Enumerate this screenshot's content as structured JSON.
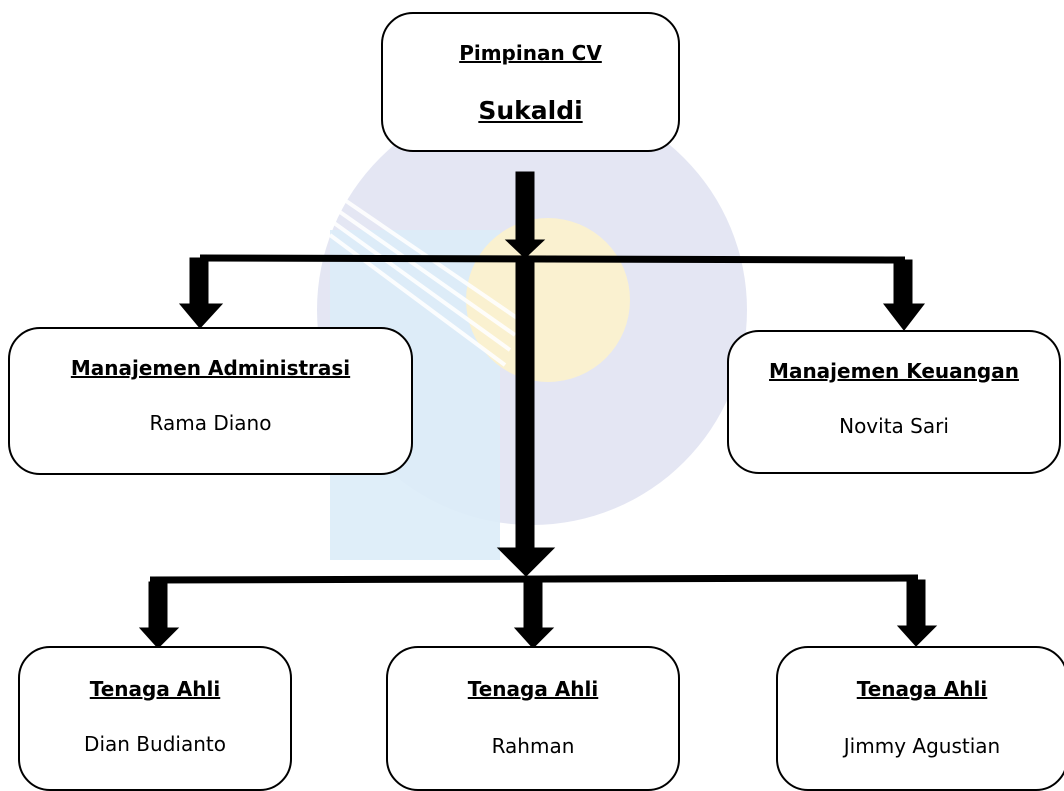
{
  "diagram": {
    "type": "organization-chart",
    "leader": {
      "title": "Pimpinan CV",
      "name": "Sukaldi"
    },
    "managers": [
      {
        "title": "Manajemen Administrasi",
        "name": "Rama Diano"
      },
      {
        "title": "Manajemen Keuangan",
        "name": "Novita Sari"
      }
    ],
    "experts": [
      {
        "title": "Tenaga Ahli",
        "name": "Dian Budianto"
      },
      {
        "title": "Tenaga Ahli",
        "name": "Rahman"
      },
      {
        "title": "Tenaga Ahli",
        "name": "Jimmy Agustian"
      }
    ]
  }
}
